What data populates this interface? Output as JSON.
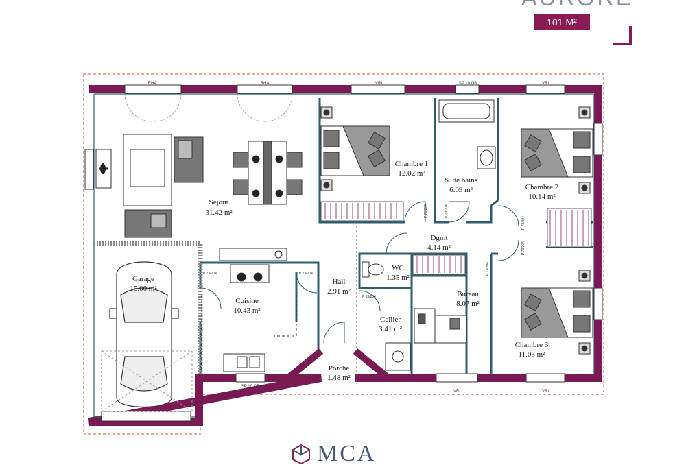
{
  "header": {
    "title": "AURORE",
    "area_badge": "101 M²"
  },
  "rooms": {
    "sejour": {
      "name": "Séjour",
      "area": "31.42 m²"
    },
    "chambre1": {
      "name": "Chambre 1",
      "area": "12.02 m²"
    },
    "sdb": {
      "name": "S. de bains",
      "area": "6.09 m²"
    },
    "chambre2": {
      "name": "Chambre 2",
      "area": "10.14 m²"
    },
    "dgmt": {
      "name": "Dgmt",
      "area": "4.14 m²"
    },
    "garage": {
      "name": "Garage",
      "area": "15.00 m²"
    },
    "cuisine": {
      "name": "Cuisine",
      "area": "10.43 m²"
    },
    "hall": {
      "name": "Hall",
      "area": "2.91 m²"
    },
    "wc": {
      "name": "WC",
      "area": "1.35 m²"
    },
    "cellier": {
      "name": "Cellier",
      "area": "3.41 m²"
    },
    "bureau": {
      "name": "Bureau",
      "area": "8.07 m²"
    },
    "chambre3": {
      "name": "Chambre 3",
      "area": "11.03 m²"
    },
    "porche": {
      "name": "Porche",
      "area": "1.48 m²"
    }
  },
  "windows": {
    "w1": "RHA",
    "w2": "RHA",
    "w3": "VRI",
    "w4": "SP 10 OB",
    "w5": "VRI",
    "w6": "VRI",
    "w7": "VRI",
    "w8": "SP 10 OB"
  },
  "doors": {
    "d1": "P 73/204",
    "d2": "P 73/204",
    "d3": "P 73/204",
    "d4": "P 73/204",
    "d5": "P 63/204",
    "d6": "P 73/204",
    "d7": "P 73/204",
    "d8": "P 73/204"
  },
  "brand": {
    "logo_text": "MCA"
  },
  "colors": {
    "wall": "#7a1a55",
    "partition": "#2f5d6e",
    "accent": "#8a1b54"
  }
}
